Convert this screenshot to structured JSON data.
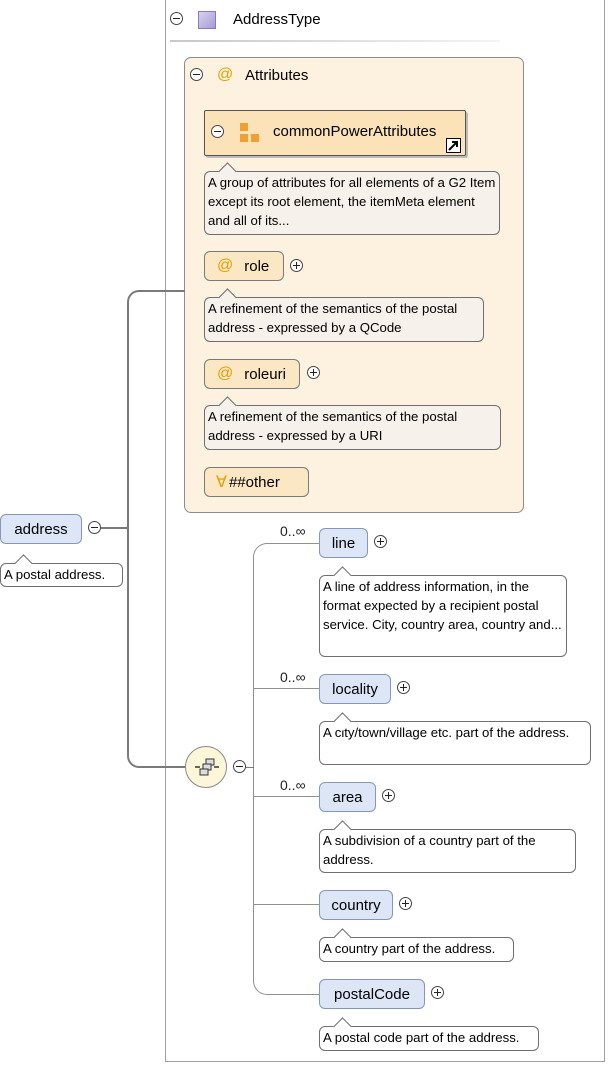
{
  "type_header": {
    "title": "AddressType"
  },
  "attributes": {
    "title": "Attributes",
    "at_symbol": "@",
    "group": {
      "label": "commonPowerAttributes",
      "note": "A group of attributes for all elements of a G2 Item except its root element, the itemMeta element and all of its..."
    },
    "items": [
      {
        "label": "role",
        "note": "A refinement of the semantics of the postal address - expressed by a QCode"
      },
      {
        "label": "roleuri",
        "note": "A refinement of the semantics of the postal address - expressed by a URI"
      }
    ],
    "other": {
      "symbol": "∀",
      "label": "##other"
    }
  },
  "root": {
    "label": "address",
    "note": "A postal address."
  },
  "sequence": {
    "children": [
      {
        "label": "line",
        "cardinality": "0..∞",
        "note": "A line of address information, in the format expected by a recipient postal service. City, country area, country and..."
      },
      {
        "label": "locality",
        "cardinality": "0..∞",
        "note": "A city/town/village etc. part of the address."
      },
      {
        "label": "area",
        "cardinality": "0..∞",
        "note": "A subdivision of a country part of the address."
      },
      {
        "label": "country",
        "cardinality": "",
        "note": "A country part of the address."
      },
      {
        "label": "postalCode",
        "cardinality": "",
        "note": "A postal code part of the address."
      }
    ]
  },
  "colors": {
    "attribute_fill": "#fbe7c3",
    "element_fill": "#dde6f7",
    "attributes_panel": "#fdf2df",
    "accent": "#e0a000"
  },
  "icons": {
    "type": "type-square-icon",
    "group": "attribute-group-icon",
    "link": "shortcut-arrow-icon",
    "sequence": "sequence-compositor-icon"
  }
}
